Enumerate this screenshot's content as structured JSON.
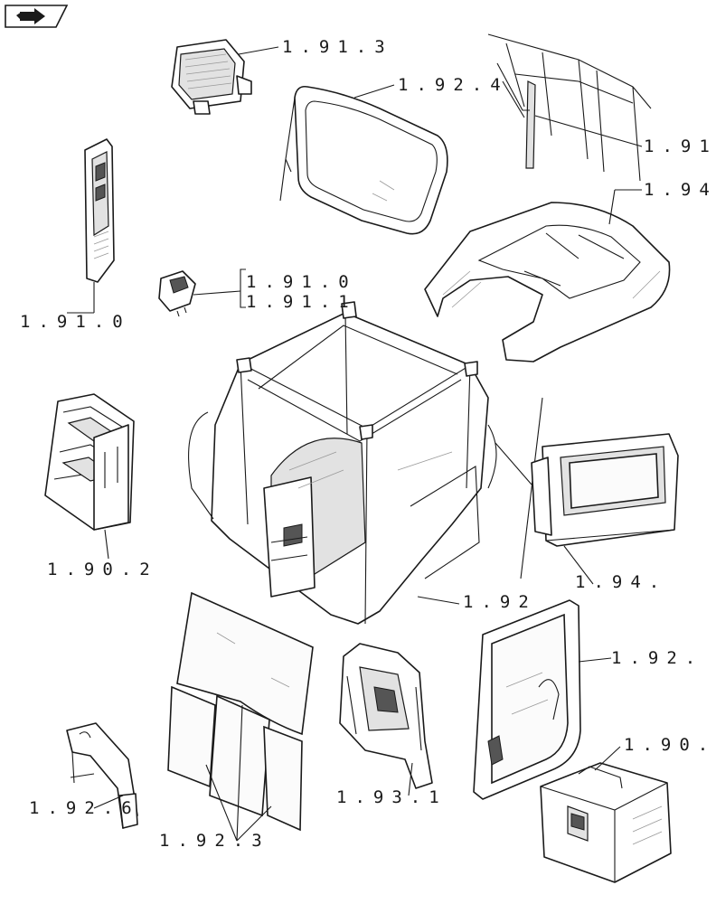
{
  "nav": {
    "icon": "forward-arrow-icon"
  },
  "labels": {
    "l1913": "1.91.3",
    "l1924": "1.92.4",
    "l191": "1.91",
    "l194": "1.94",
    "l1910a": "1.91.0",
    "l1910b": "1.91.0",
    "l1911": "1.91.1",
    "l1902": "1.90.2",
    "l192": "1.92",
    "l1940": "1.94.",
    "l1920": "1.92.",
    "l1900": "1.90.",
    "l1926": "1.92.6",
    "l1931": "1.93.1",
    "l1923": "1.92.3"
  }
}
